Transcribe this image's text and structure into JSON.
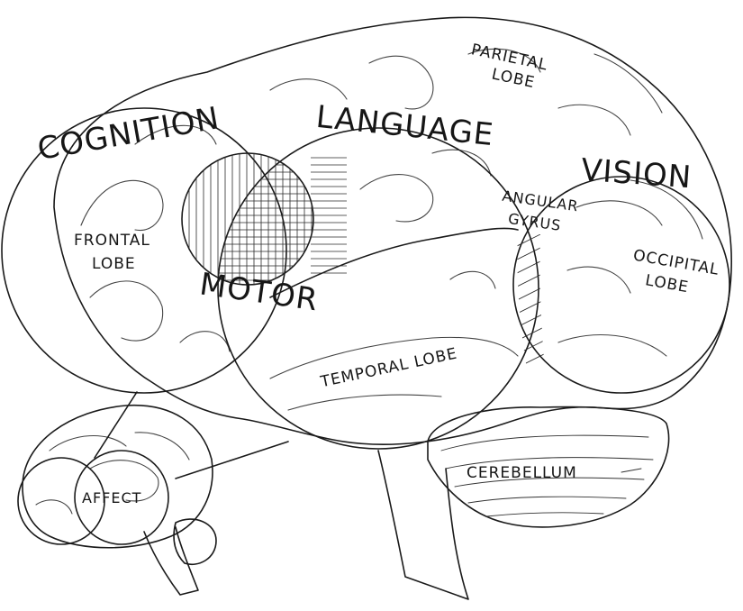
{
  "diagram": {
    "regions": {
      "cognition": "COGNITION",
      "language": "LANGUAGE",
      "vision": "VISION",
      "motor": "MOTOR",
      "affect": "AFFECT"
    },
    "lobes": {
      "parietal_line1": "PARIETAL",
      "parietal_line2": "LOBE",
      "frontal_line1": "FRONTAL",
      "frontal_line2": "LOBE",
      "temporal": "TEMPORAL LOBE",
      "occipital_line1": "OCCIPITAL",
      "occipital_line2": "LOBE",
      "angular_line1": "ANGULAR",
      "angular_line2": "GYRUS",
      "cerebellum": "CEREBELLUM"
    },
    "colors": {
      "ink": "#1a1a1a",
      "shading": "#d9d9d9",
      "background": "#ffffff"
    }
  }
}
